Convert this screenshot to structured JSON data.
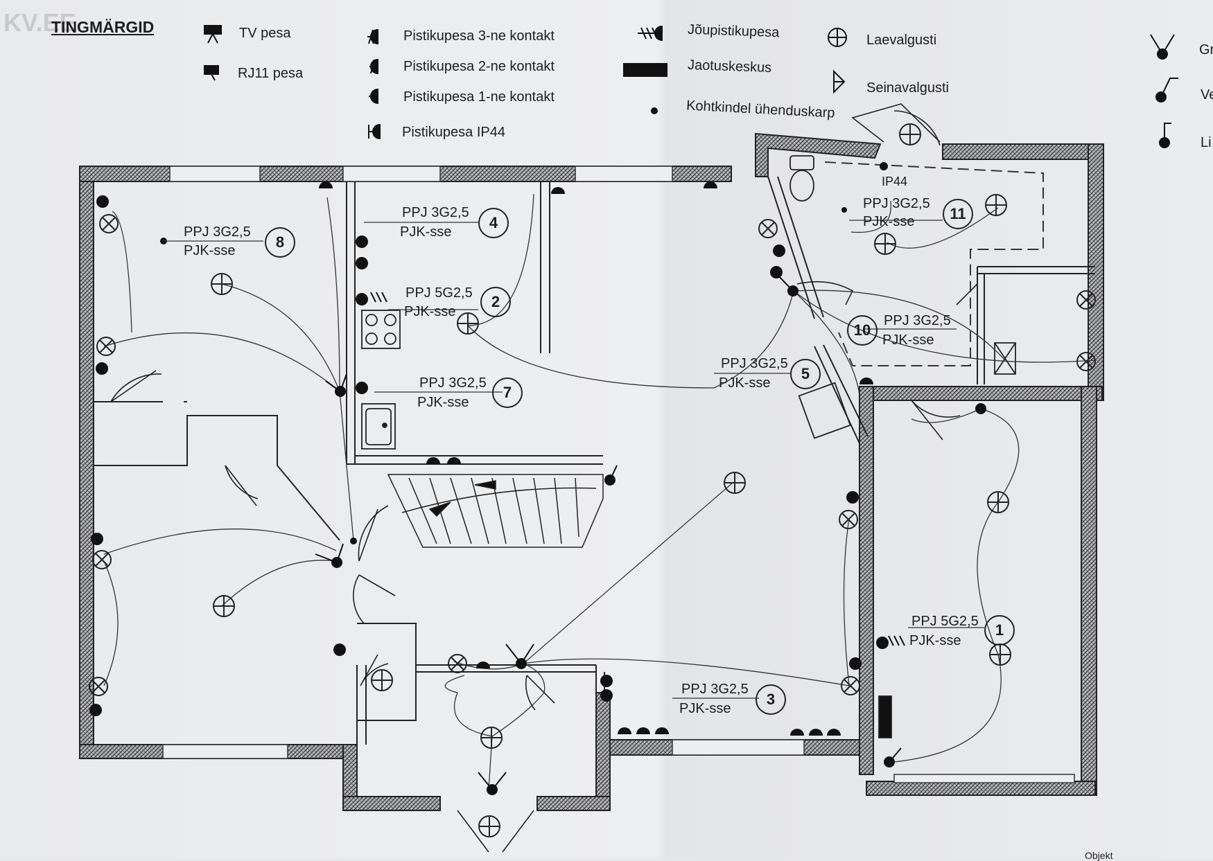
{
  "legend": {
    "title": "TINGMÄRGID",
    "watermark": "KV.EE",
    "tv": "TV pesa",
    "rj11": "RJ11 pesa",
    "socket3": "Pistikupesa 3-ne kontakt",
    "socket2": "Pistikupesa 2-ne kontakt",
    "socket1": "Pistikupesa 1-ne kontakt",
    "ip44": "Pistikupesa IP44",
    "power": "Jõupistikupesa",
    "panel": "Jaotuskeskus",
    "junction": "Kohtkindel ühenduskarp",
    "ceiling": "Laevalgusti",
    "wall": "Seinavalgusti",
    "cut1": "Gr",
    "cut2": "Ve",
    "cut3": "Li"
  },
  "circuits": [
    {
      "num": "8",
      "cable": "PPJ 3G2,5",
      "route": "PJK-sse"
    },
    {
      "num": "4",
      "cable": "PPJ 3G2,5",
      "route": "PJK-sse"
    },
    {
      "num": "2",
      "cable": "PPJ 5G2,5",
      "route": "PJK-sse"
    },
    {
      "num": "7",
      "cable": "PPJ 3G2,5",
      "route": "PJK-sse"
    },
    {
      "num": "5",
      "cable": "PPJ 3G2,5",
      "route": "PJK-sse"
    },
    {
      "num": "11",
      "cable": "PPJ 3G2,5",
      "route": "PJK-sse"
    },
    {
      "num": "10",
      "cable": "PPJ 3G2,5",
      "route": "PJK-sse"
    },
    {
      "num": "1",
      "cable": "PPJ 5G2,5",
      "route": "PJK-sse"
    },
    {
      "num": "3",
      "cable": "PPJ 3G2,5",
      "route": "PJK-sse"
    }
  ],
  "plan": {
    "ip44_label": "IP44",
    "objekt": "Objekt"
  }
}
